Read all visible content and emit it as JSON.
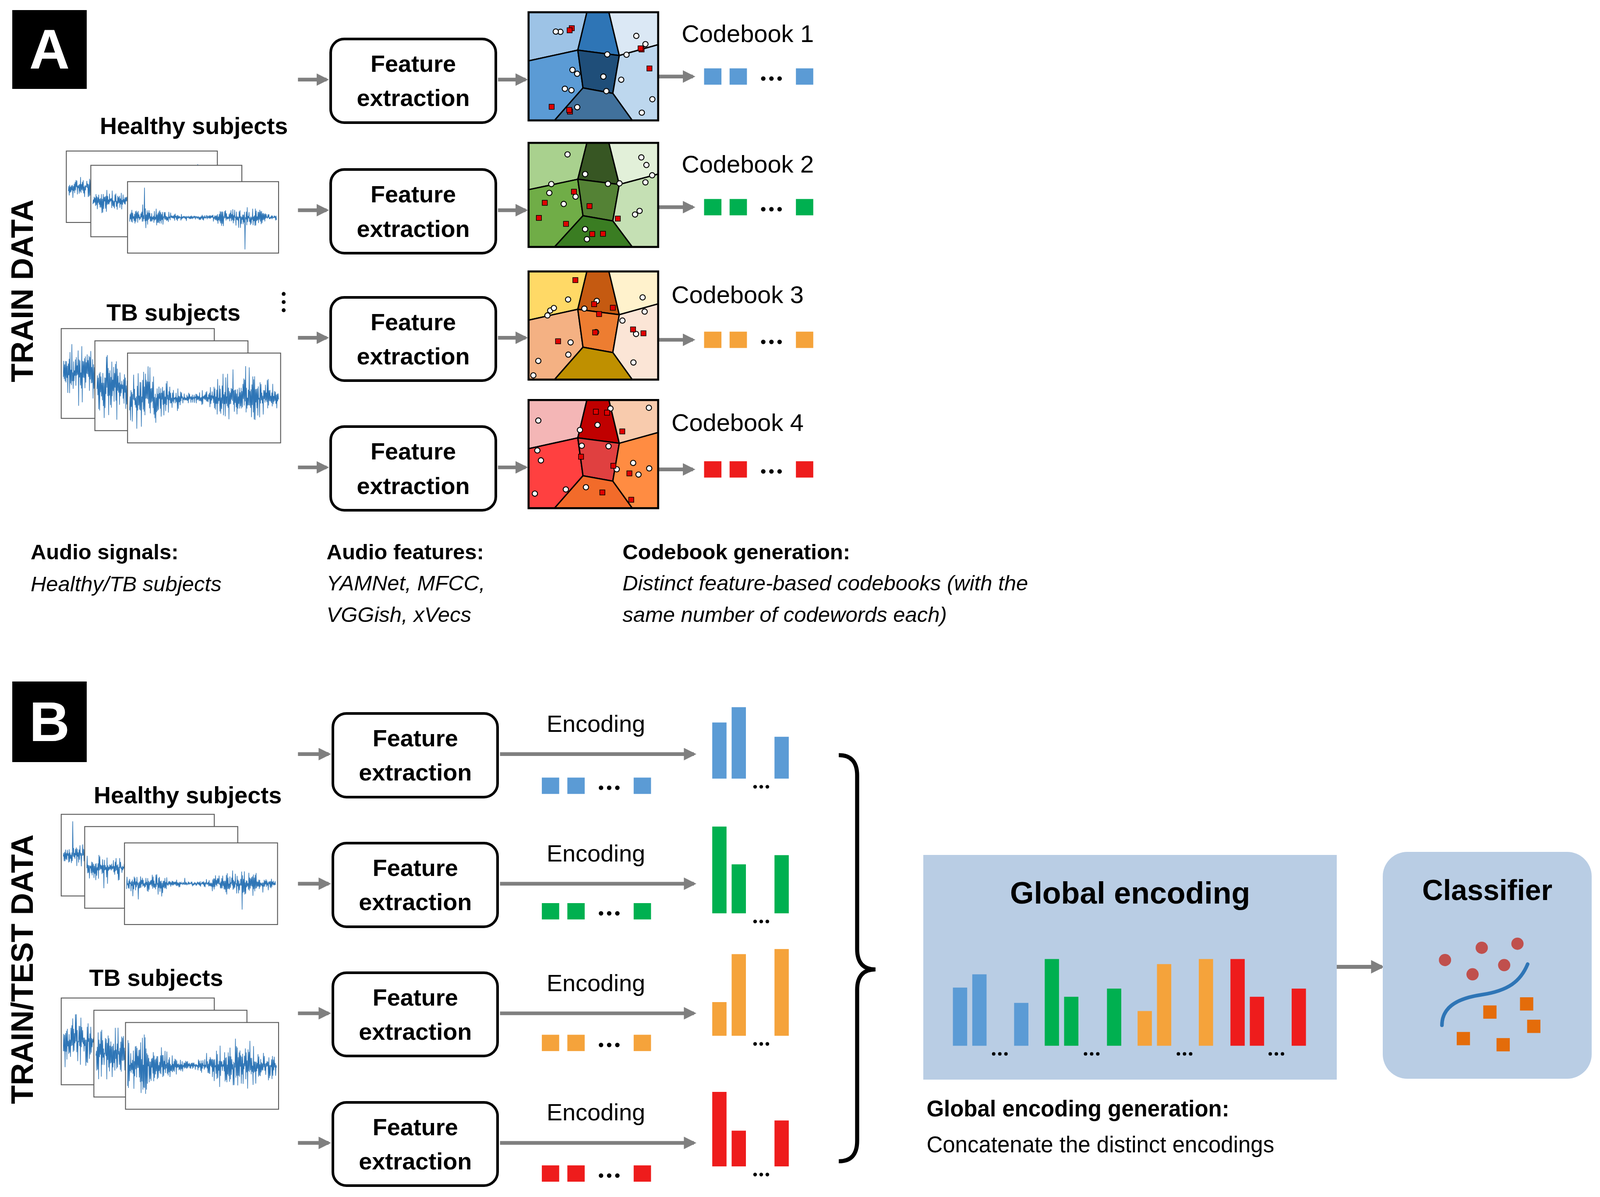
{
  "diagram": {
    "nodes": [
      {
        "text": [
          "A"
        ]
      },
      {
        "text": [
          "Feature extraction"
        ]
      },
      {
        "text": [
          "Feature extraction"
        ]
      },
      {
        "text": [
          "Feature extraction"
        ]
      },
      {
        "text": [
          "Feature extraction"
        ]
      },
      {
        "text": [
          "B"
        ]
      },
      {
        "text": [
          "Feature extraction"
        ]
      },
      {
        "text": [
          "Feature extraction"
        ]
      },
      {
        "text": [
          "Feature extraction"
        ]
      },
      {
        "text": [
          "Feature extraction"
        ]
      },
      {
        "text": [
          "Global encoding"
        ]
      },
      {
        "text": [
          "Classifier"
        ]
      }
    ],
    "edges": [
      {
        "from": 10,
        "to": 11,
        "arrow": "to"
      }
    ],
    "labels": [
      "TRAIN DATA",
      "Healthy subjects",
      "TB subjects",
      "Codebook 1",
      "Codebook 2",
      "Codebook 3",
      "Codebook 4",
      "Audio signals:",
      "Healthy/TB subjects",
      "Audio features:",
      "YAMNet, MFCC, VGGish, xVecs",
      "Codebook generation:",
      "Distinct feature-based codebooks (with the same number of codewords each)",
      "TRAIN/TEST DATA",
      "Healthy subjects",
      "TB subjects",
      "Encoding",
      "Encoding",
      "Encoding",
      "Encoding",
      "Global encoding generation:",
      "Concatenate the distinct encodings"
    ]
  }
}
